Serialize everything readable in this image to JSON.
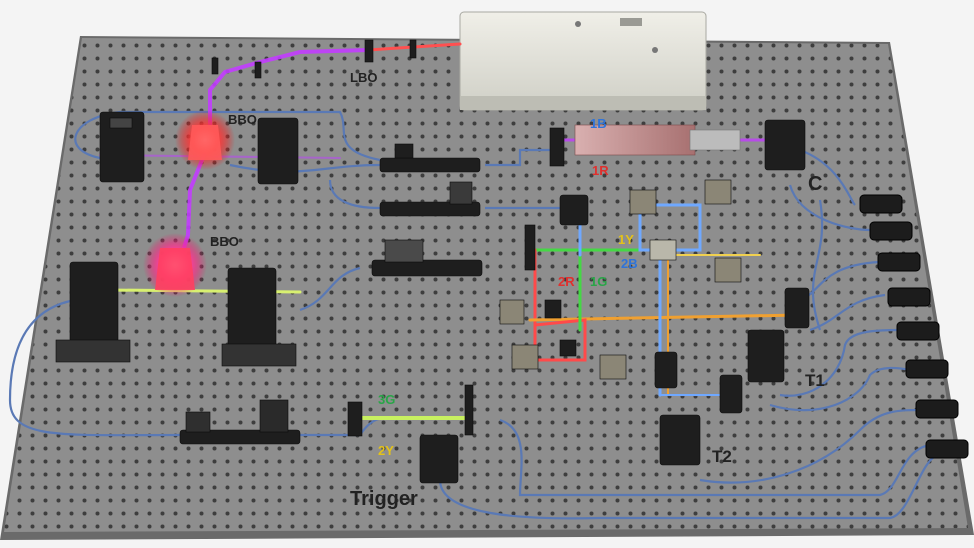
{
  "labels": {
    "lbo": "LBO",
    "bbo_top": "BBO",
    "bbo_mid": "BBO",
    "c": "C",
    "t1": "T1",
    "t2": "T2",
    "trigger": "Trigger",
    "l_1B": "1B",
    "l_1R": "1R",
    "l_1Y": "1Y",
    "l_2B": "2B",
    "l_2R": "2R",
    "l_1G": "1G",
    "l_3G": "3G",
    "l_2Y": "2Y"
  },
  "colors": {
    "table": "#8c8c8c",
    "hole": "#4a4a4a",
    "fiber": "#5a79b5",
    "laser_violet": "#c23cff",
    "laser_red": "#ff3030",
    "beam_blue": "#6fa8ff",
    "beam_green": "#45d845",
    "beam_red": "#ff4a4a",
    "beam_orange": "#f0a030",
    "beam_yellow": "#e8e84a",
    "label_blue": "#2f74d9",
    "label_red": "#e0302e",
    "label_green": "#2aa548",
    "label_yellow": "#e3c21a"
  }
}
